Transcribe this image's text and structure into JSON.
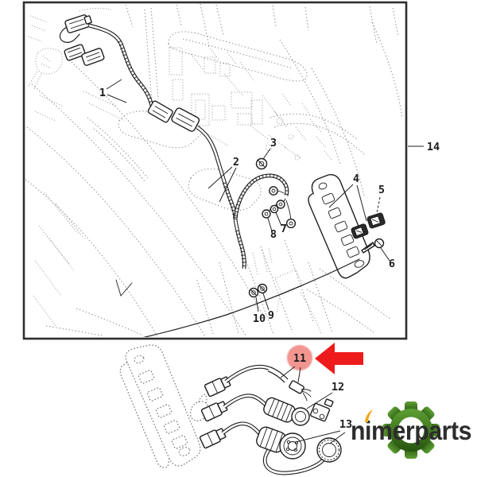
{
  "diagram": {
    "callouts": [
      {
        "id": 1,
        "label": "1"
      },
      {
        "id": 2,
        "label": "2"
      },
      {
        "id": 3,
        "label": "3"
      },
      {
        "id": 4,
        "label": "4"
      },
      {
        "id": 5,
        "label": "5"
      },
      {
        "id": 6,
        "label": "6"
      },
      {
        "id": 7,
        "label": "7"
      },
      {
        "id": 8,
        "label": "8"
      },
      {
        "id": 9,
        "label": "9"
      },
      {
        "id": 10,
        "label": "10"
      },
      {
        "id": 11,
        "label": "11"
      },
      {
        "id": 12,
        "label": "12"
      },
      {
        "id": 13,
        "label": "13"
      },
      {
        "id": 14,
        "label": "14"
      }
    ],
    "highlight": {
      "target_label": "11",
      "circle_color": "#f0837d",
      "arrow_color": "#ed1b1b",
      "arrow_direction": "left"
    },
    "line_art": {
      "solid_line_color": "#1d1d1d",
      "stipple_color": "#909090",
      "background": "#ffffff"
    }
  },
  "brand": {
    "name": "nimerparts",
    "text_color": "#2d2d2d",
    "gear_icon_color_top": "#5d9f33",
    "gear_icon_color_bottom": "#27540f",
    "i_accent_color": "#f2a71b"
  }
}
